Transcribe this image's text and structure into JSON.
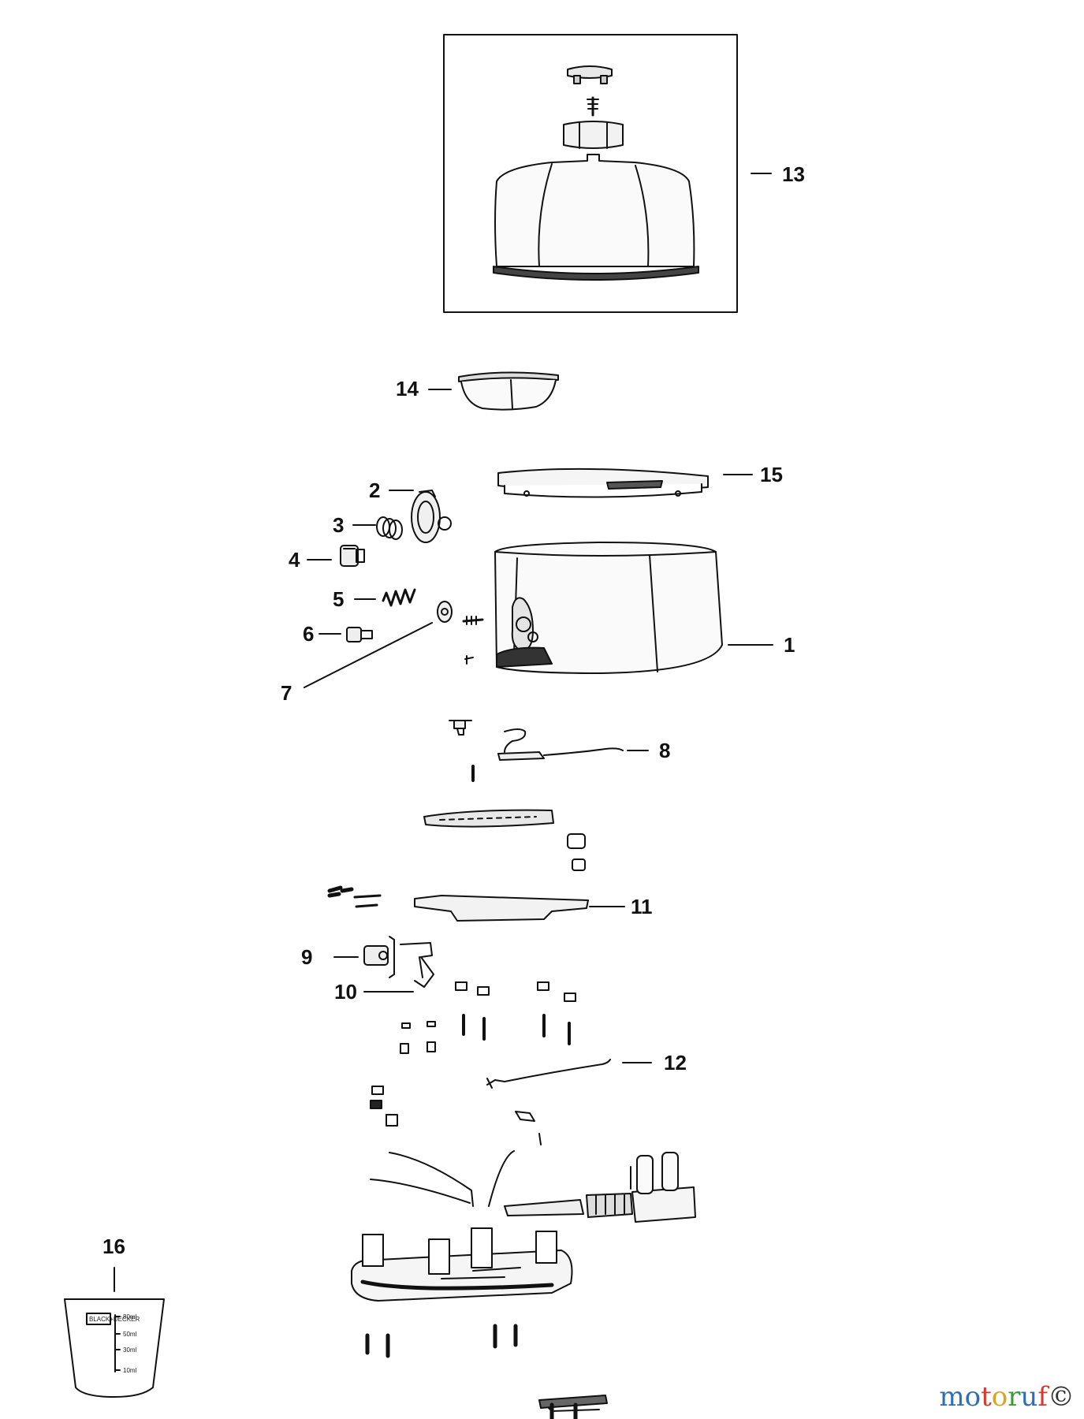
{
  "callouts": {
    "c1": "1",
    "c2": "2",
    "c3": "3",
    "c4": "4",
    "c5": "5",
    "c6": "6",
    "c7": "7",
    "c8": "8",
    "c9": "9",
    "c10": "10",
    "c11": "11",
    "c12": "12",
    "c13": "13",
    "c14": "14",
    "c15": "15",
    "c16": "16"
  },
  "measuring_cup": {
    "brand": "BLACK+DECKER",
    "marks": [
      "80ml",
      "50ml",
      "30ml",
      "10ml"
    ]
  },
  "watermark": {
    "letters": [
      "m",
      "o",
      "t",
      "o",
      "r",
      "u",
      "f",
      "©"
    ],
    "colors": [
      "#2f6db5",
      "#2f6db5",
      "#d63a2f",
      "#d9a520",
      "#3a9a3a",
      "#2f6db5",
      "#d63a2f",
      "#333333"
    ]
  }
}
